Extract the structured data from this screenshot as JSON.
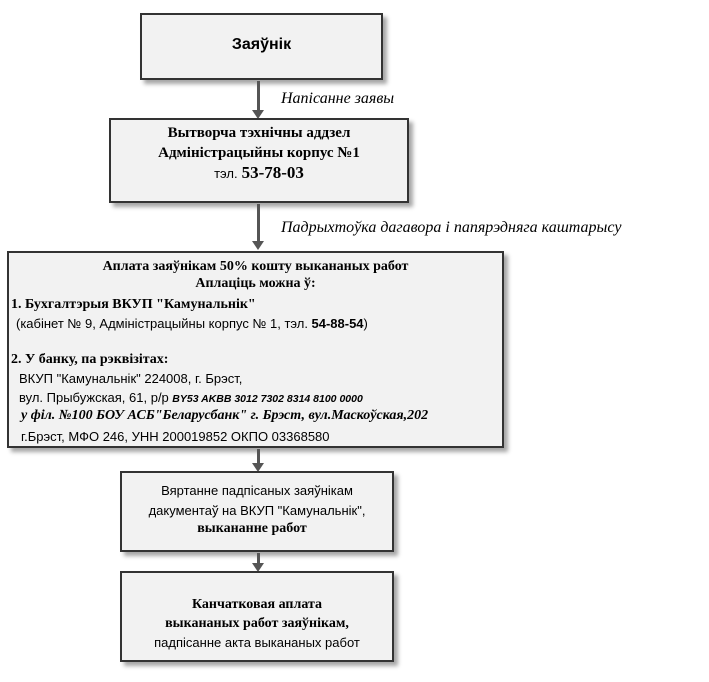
{
  "nodes": {
    "applicant": {
      "title": "Заяўнік"
    },
    "dept": {
      "line1": "Вытворча тэхнічны аддзел",
      "line2": "Адміністрацыйны корпус №1",
      "phone_prefix": "тэл.",
      "phone": "53-78-03"
    },
    "payment": {
      "heading1": "Аплата заяўнікам 50% кошту выкананых работ",
      "heading2": "Аплаціць можна ў:",
      "opt1_title": "1. Бухгалтэрыя ВКУП \"Камунальнік\"",
      "opt1_detail": "(кабінет № 9,  Адміністрацыйны корпус  № 1, тэл.",
      "opt1_phone": "54-88-54",
      "opt1_close": ")",
      "opt2_title": "2. У банку, па рэквізітах:",
      "opt2_org": "ВКУП \"Камунальнік\"    224008, г. Брэст,",
      "opt2_addr": "вул. Прыбужская, 61, р/р",
      "opt2_account": "BY53 AKBB 3012 7302 8314 8100 0000",
      "opt2_bank": "у філ. №100 БОУ АСБ\"Беларусбанк\" г. Брэст, вул.Маскоўская,202",
      "opt2_codes": "г.Брэст, МФО 246, УНН 200019852 ОКПО 03368580"
    },
    "return_docs": {
      "line1": "Вяртанне падпісаных заяўнікам",
      "line2": "дакументаў на ВКУП \"Камунальнік\",",
      "line3": "выкананне работ"
    },
    "final": {
      "line1": "Канчатковая аплата",
      "line2": "выкананых работ заяўнікам,",
      "line3": "падпісанне акта выкананых работ"
    }
  },
  "edges": {
    "e1_label": "Напісанне заявы",
    "e2_label": "Падрыхтоўка дагавора і папярэдняга каштарысу"
  }
}
